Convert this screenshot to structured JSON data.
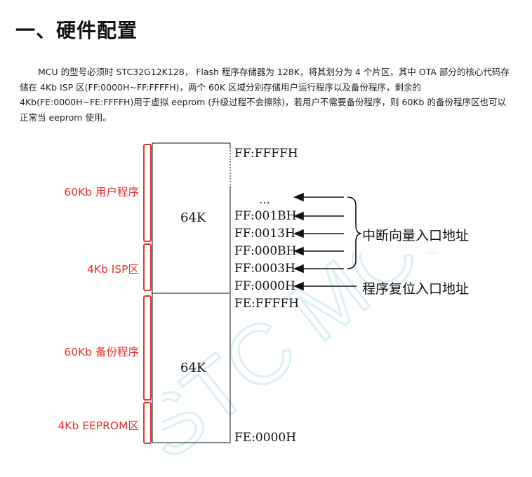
{
  "heading": "一、硬件配置",
  "paragraph": "MCU 的型号必须时 STC32G12K128， Flash 程序存储器为 128K，将其划分为 4 个片区，其中 OTA 部分的核心代码存储在 4Kb ISP 区(FF:0000H~FF:FFFFH)，两个 60K 区域分别存储用户运行程序以及备份程序，剩余的 4Kb(FE:0000H~FE:FFFFH)用于虚拟 eeprom (升级过程不会擦除)，若用户不需要备份程序，则 60Kb 的备份程序区也可以正常当 eeprom 使用。",
  "watermark": "STC MCU",
  "memory_map": {
    "upper_block": "64K",
    "lower_block": "64K",
    "addresses": {
      "top": "FF:FFFFH",
      "ellipsis": "…",
      "a001b": "FF:001BH",
      "a0013": "FF:0013H",
      "a000b": "FF:000BH",
      "a0003": "FF:0003H",
      "a0000": "FF:0000H",
      "fe_top": "FE:FFFFH",
      "fe_bottom": "FE:0000H"
    },
    "regions": {
      "user": "60Kb 用户程序",
      "isp": "4Kb   ISP区",
      "backup": "60Kb 备份程序",
      "eeprom": "4Kb  EEPROM区"
    },
    "annotations": {
      "interrupt": "中断向量入口地址",
      "reset": "程序复位入口地址"
    },
    "colors": {
      "region_bracket": "#e5322d",
      "watermark": "#d8eef6"
    }
  }
}
